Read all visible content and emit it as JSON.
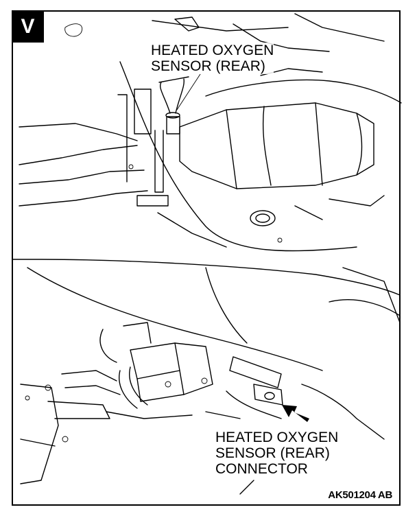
{
  "badge": {
    "letter": "V"
  },
  "labels": {
    "top": [
      "HEATED OXYGEN",
      "SENSOR (REAR)"
    ],
    "bottom": [
      "HEATED OXYGEN",
      "SENSOR (REAR)",
      "CONNECTOR"
    ]
  },
  "figure_code": "AK501204 AB"
}
